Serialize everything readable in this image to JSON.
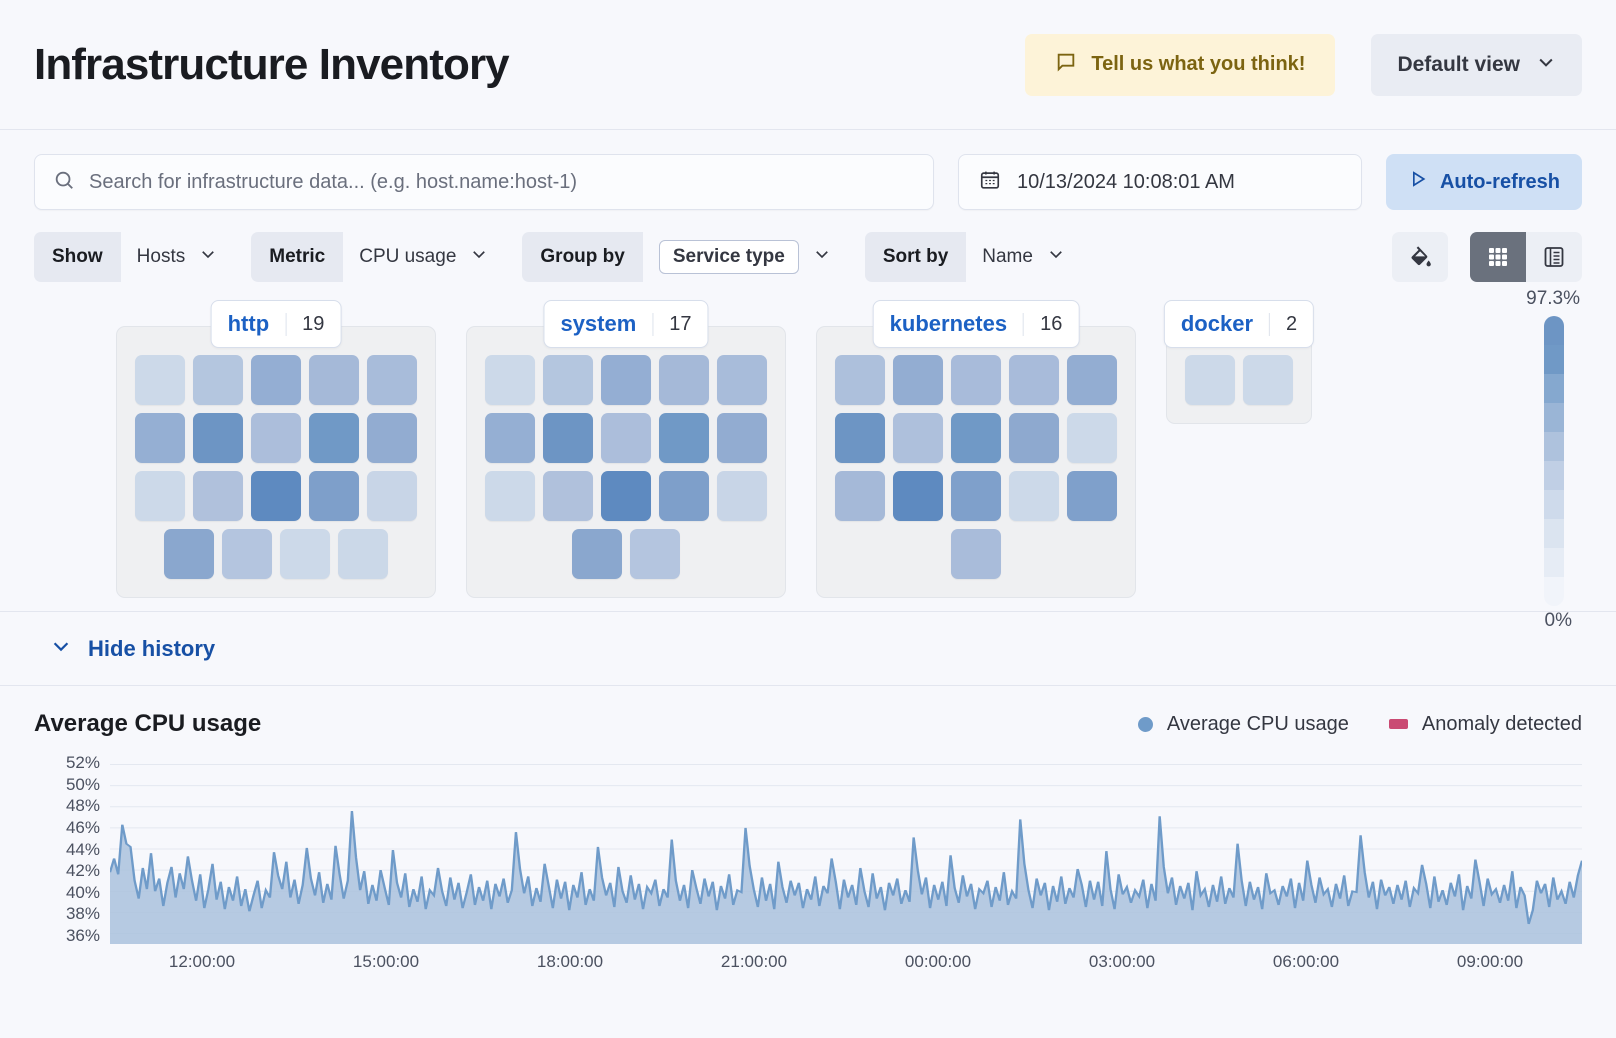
{
  "header": {
    "title": "Infrastructure Inventory",
    "feedback_label": "Tell us what you think!",
    "feedback_icon": "comment-icon",
    "view_label": "Default view",
    "view_icon": "chevron-down-icon"
  },
  "search": {
    "placeholder": "Search for infrastructure data... (e.g. host.name:host-1)",
    "value": "",
    "icon": "search-icon"
  },
  "datepicker": {
    "value": "10/13/2024 10:08:01 AM",
    "icon": "calendar-icon"
  },
  "refresh": {
    "label": "Auto-refresh",
    "icon": "play-icon"
  },
  "filters": [
    {
      "label": "Show",
      "value": "Hosts",
      "boxed": false
    },
    {
      "label": "Metric",
      "value": "CPU usage",
      "boxed": false
    },
    {
      "label": "Group by",
      "value": "Service type",
      "boxed": true
    },
    {
      "label": "Sort by",
      "value": "Name",
      "boxed": false
    }
  ],
  "view_controls": {
    "legend_icon": "paint-bucket-icon",
    "grid_icon": "grid-view-icon",
    "table_icon": "table-view-icon",
    "active": "grid-view-icon"
  },
  "waffle": {
    "scale_max": "97.3%",
    "scale_min": "0%",
    "scale_colors": [
      "#6d95c4",
      "#7099c6",
      "#85a8cf",
      "#9ab5d6",
      "#aec2dd",
      "#c0cfe5",
      "#cedaeb",
      "#dbe4f0",
      "#e6ecf5",
      "#f1f4fa"
    ],
    "groups": [
      {
        "name": "http",
        "count": "19",
        "rows": [
          {
            "center": false,
            "tiles": [
              "#ccd9e9",
              "#b4c6df",
              "#94aed3",
              "#a5b9d8",
              "#a8bcda"
            ]
          },
          {
            "center": false,
            "tiles": [
              "#95afd3",
              "#6d95c4",
              "#acbedb",
              "#7099c6",
              "#92acd1"
            ]
          },
          {
            "center": false,
            "tiles": [
              "#ccd9e9",
              "#b0c1dc",
              "#5e8ac0",
              "#7e9fca",
              "#c8d5e7"
            ]
          },
          {
            "center": true,
            "tiles": [
              "#8aa7ce",
              "#b4c5df",
              "#ccd9e9",
              "#cbd8e8"
            ]
          }
        ]
      },
      {
        "name": "system",
        "count": "17",
        "rows": [
          {
            "center": false,
            "tiles": [
              "#ccd9e9",
              "#b4c6df",
              "#94aed3",
              "#a5b9d8",
              "#a8bcda"
            ]
          },
          {
            "center": false,
            "tiles": [
              "#95afd3",
              "#6d95c4",
              "#acbedb",
              "#7099c6",
              "#92acd1"
            ]
          },
          {
            "center": false,
            "tiles": [
              "#ccd9e9",
              "#b0c1dc",
              "#5e8ac0",
              "#7e9fca",
              "#c8d5e7"
            ]
          },
          {
            "center": true,
            "tiles": [
              "#8aa7ce",
              "#b4c5df"
            ]
          }
        ]
      },
      {
        "name": "kubernetes",
        "count": "16",
        "rows": [
          {
            "center": false,
            "tiles": [
              "#adc0dc",
              "#93add2",
              "#a8bbda",
              "#a8bbda",
              "#93add2"
            ]
          },
          {
            "center": false,
            "tiles": [
              "#6d95c4",
              "#aec0dc",
              "#7099c6",
              "#8ea9cf",
              "#ccd9e9"
            ]
          },
          {
            "center": false,
            "tiles": [
              "#a5b9d8",
              "#5e8ac0",
              "#7fa0cb",
              "#ccd9e9",
              "#7fa0cb"
            ]
          },
          {
            "center": true,
            "tiles": [
              "#a9bcda"
            ]
          }
        ]
      },
      {
        "name": "docker",
        "count": "2",
        "rows": [
          {
            "center": true,
            "tiles": [
              "#ccd9e9",
              "#ccd9e9"
            ]
          }
        ]
      }
    ]
  },
  "history": {
    "toggle_label": "Hide history",
    "toggle_icon": "chevron-down-icon"
  },
  "chart_data": {
    "type": "area",
    "title": "Average CPU usage",
    "xlabel": "",
    "ylabel": "",
    "grid": true,
    "legend_position": "top-right",
    "legend": [
      {
        "name": "Average CPU usage",
        "color": "#6f9bc9",
        "marker": "circle"
      },
      {
        "name": "Anomaly detected",
        "color": "#ca4a73",
        "marker": "square"
      }
    ],
    "ylim": [
      35,
      53
    ],
    "ytick_labels": [
      "52%",
      "50%",
      "48%",
      "46%",
      "44%",
      "42%",
      "40%",
      "38%",
      "36%"
    ],
    "ytick_values": [
      52,
      50,
      48,
      46,
      44,
      42,
      40,
      38,
      36
    ],
    "xtick_labels": [
      "12:00:00",
      "15:00:00",
      "18:00:00",
      "21:00:00",
      "00:00:00",
      "03:00:00",
      "06:00:00",
      "09:00:00"
    ],
    "series": [
      {
        "name": "Average CPU usage",
        "color": "#6f9bc9",
        "fill": "#aac2dd",
        "values": [
          41.8,
          43.1,
          41.6,
          46.3,
          44.5,
          44.2,
          41.0,
          39.3,
          42.2,
          40.2,
          43.6,
          40.0,
          41.2,
          38.6,
          40.8,
          42.3,
          39.4,
          41.7,
          40.2,
          43.3,
          41.0,
          39.1,
          41.6,
          38.4,
          40.2,
          42.6,
          39.2,
          40.9,
          38.3,
          40.4,
          39.1,
          41.4,
          38.6,
          40.2,
          38.1,
          39.6,
          41.0,
          38.4,
          40.1,
          39.4,
          43.7,
          41.5,
          40.2,
          42.8,
          39.4,
          41.1,
          38.8,
          40.6,
          44.1,
          41.2,
          39.6,
          41.8,
          38.9,
          40.7,
          39.2,
          44.3,
          41.6,
          39.3,
          41.0,
          47.6,
          43.2,
          40.1,
          41.9,
          38.8,
          40.6,
          39.1,
          42.0,
          40.3,
          38.7,
          43.9,
          40.8,
          39.4,
          41.7,
          38.5,
          40.2,
          39.0,
          41.4,
          38.3,
          40.1,
          39.6,
          42.2,
          40.0,
          38.6,
          41.3,
          39.2,
          40.8,
          38.4,
          39.9,
          41.6,
          38.7,
          40.4,
          39.1,
          41.0,
          38.3,
          40.7,
          39.5,
          41.2,
          38.9,
          40.1,
          45.6,
          42.1,
          39.8,
          41.4,
          38.6,
          40.3,
          39.0,
          42.6,
          40.5,
          38.4,
          41.1,
          39.3,
          40.9,
          38.2,
          40.6,
          39.4,
          41.8,
          38.7,
          40.2,
          39.1,
          44.2,
          41.3,
          39.6,
          40.8,
          38.5,
          42.3,
          40.0,
          38.9,
          41.5,
          39.2,
          40.7,
          38.3,
          40.4,
          39.8,
          41.1,
          38.6,
          40.2,
          39.4,
          44.9,
          41.0,
          39.1,
          40.6,
          38.4,
          42.0,
          40.3,
          38.8,
          41.2,
          39.5,
          40.9,
          38.2,
          40.5,
          39.3,
          41.6,
          38.7,
          40.1,
          39.9,
          46.0,
          42.4,
          40.2,
          38.5,
          41.3,
          39.1,
          40.7,
          38.3,
          42.8,
          40.4,
          38.9,
          41.0,
          39.6,
          40.8,
          38.4,
          40.2,
          39.2,
          41.4,
          38.6,
          40.5,
          39.8,
          43.1,
          40.9,
          38.3,
          41.1,
          39.4,
          40.6,
          38.7,
          42.2,
          40.0,
          38.5,
          41.7,
          39.3,
          40.4,
          38.2,
          40.8,
          39.6,
          41.2,
          38.8,
          40.1,
          39.0,
          45.1,
          42.0,
          39.7,
          41.3,
          38.4,
          40.6,
          39.2,
          40.9,
          38.6,
          43.4,
          40.3,
          38.9,
          41.5,
          39.5,
          40.7,
          38.3,
          40.2,
          39.8,
          41.0,
          38.5,
          40.4,
          39.1,
          41.8,
          38.7,
          40.0,
          39.3,
          46.8,
          42.6,
          40.1,
          38.4,
          41.2,
          39.6,
          40.8,
          38.2,
          40.5,
          39.0,
          41.4,
          38.8,
          40.3,
          39.4,
          42.1,
          40.6,
          38.5,
          41.0,
          39.2,
          40.9,
          38.6,
          43.8,
          40.2,
          38.3,
          41.6,
          39.7,
          40.4,
          38.9,
          40.1,
          39.5,
          41.1,
          38.4,
          40.7,
          39.1,
          47.1,
          42.3,
          39.8,
          41.3,
          38.7,
          40.5,
          39.3,
          40.8,
          38.2,
          41.9,
          39.6,
          40.2,
          38.5,
          40.6,
          39.0,
          41.4,
          38.8,
          40.3,
          39.4,
          44.5,
          41.0,
          38.6,
          40.9,
          39.2,
          40.4,
          38.3,
          41.7,
          39.8,
          40.1,
          38.7,
          40.5,
          39.5,
          41.2,
          38.4,
          40.8,
          39.1,
          42.9,
          40.6,
          38.9,
          41.3,
          39.7,
          40.2,
          38.5,
          40.7,
          39.3,
          41.5,
          38.6,
          40.0,
          39.9,
          45.3,
          41.8,
          39.4,
          40.9,
          38.3,
          41.1,
          39.6,
          40.4,
          38.8,
          40.6,
          39.2,
          41.0,
          38.5,
          40.3,
          39.8,
          42.5,
          40.7,
          38.4,
          41.4,
          39.0,
          40.1,
          38.7,
          40.8,
          39.5,
          41.6,
          38.2,
          40.5,
          39.3,
          43.0,
          40.9,
          38.6,
          41.2,
          39.7,
          40.2,
          38.9,
          40.6,
          39.1,
          41.9,
          38.4,
          40.4,
          39.6,
          36.9,
          38.2,
          41.0,
          39.8,
          40.7,
          38.5,
          41.3,
          39.2,
          40.0,
          38.8,
          40.9,
          39.4,
          41.5,
          42.9
        ]
      }
    ]
  }
}
